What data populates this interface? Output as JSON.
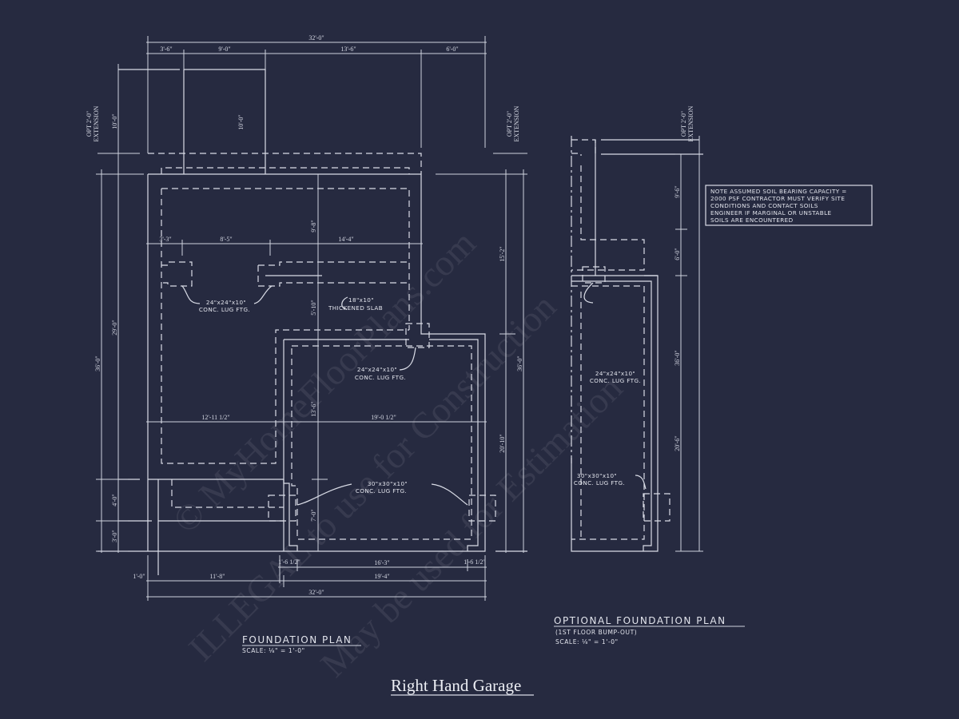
{
  "title": "Right Hand Garage",
  "colors": {
    "background": "#262a40",
    "linework": "#d9dce6"
  },
  "watermark": {
    "line1": "© MyHomeFloorPlans.com",
    "line2": "ILLEGAL to use for Construction",
    "line3": "May be used for Estimation"
  },
  "foundation_plan": {
    "title": "FOUNDATION PLAN",
    "scale": "SCALE: ⅛\" = 1'-0\"",
    "dims_top": {
      "overall": "32'-0\"",
      "a": "3'-6\"",
      "b": "9'-0\"",
      "c": "13'-6\"",
      "d": "6'-0\""
    },
    "dims_mid": {
      "a": "3'-3\"",
      "b": "8'-5\"",
      "c": "14'-4\""
    },
    "dims_width": {
      "a": "12'-11 1/2\"",
      "b": "19'-0 1/2\""
    },
    "dims_bottom1": {
      "a": "1'-6 1/2\"",
      "b": "16'-3\"",
      "c": "1'-6 1/2\""
    },
    "dims_bottom2": {
      "a": "1'-0\"",
      "b": "11'-8\"",
      "c": "19'-4\""
    },
    "dims_bottom_overall": "32'-0\"",
    "dims_left": {
      "overall": "36'-0\"",
      "a": "29'-0\"",
      "b": "4'-0\"",
      "c": "3'-0\"",
      "ext": "10'-0\""
    },
    "dims_center": {
      "ext": "10'-0\"",
      "a": "9'-8\"",
      "b": "5'-10\"",
      "c": "13'-6\"",
      "d": "7'-0\""
    },
    "dims_right": {
      "a": "15'-2\"",
      "b": "20'-10\"",
      "overall": "36'-0\""
    },
    "extension_label": {
      "line1": "OPT 2'-0\"",
      "line2": "EXTENSION"
    },
    "callouts": {
      "lug1": {
        "line1": "24\"x24\"x10\"",
        "line2": "CONC. LUG FTG."
      },
      "slab": {
        "line1": "18\"x10\"",
        "line2": "THICKENED SLAB"
      },
      "lug2": {
        "line1": "24\"x24\"x10\"",
        "line2": "CONC. LUG FTG."
      },
      "lug3": {
        "line1": "30\"x30\"x10\"",
        "line2": "CONC. LUG FTG."
      }
    }
  },
  "optional_plan": {
    "title": "OPTIONAL FOUNDATION PLAN",
    "subtitle": "(1ST FLOOR BUMP-OUT)",
    "scale": "SCALE: ⅛\" = 1'-0\"",
    "dims_right": {
      "a": "9'-6\"",
      "b": "6'-0\"",
      "c": "20'-6\"",
      "overall": "36'-0\""
    },
    "extension_label": {
      "line1": "OPT 2'-0\"",
      "line2": "EXTENSION"
    },
    "callouts": {
      "lug1": {
        "line1": "24\"x24\"x10\"",
        "line2": "CONC. LUG FTG."
      },
      "lug2": {
        "line1": "30\"x30\"x10\"",
        "line2": "CONC. LUG FTG."
      }
    }
  },
  "note": {
    "line1": "NOTE ASSUMED SOIL BEARING CAPACITY =",
    "line2": "2000 PSF CONTRACTOR MUST VERIFY SITE",
    "line3": "CONDITIONS AND CONTACT SOILS",
    "line4": "ENGINEER IF MARGINAL OR UNSTABLE",
    "line5": "SOILS ARE ENCOUNTERED"
  }
}
